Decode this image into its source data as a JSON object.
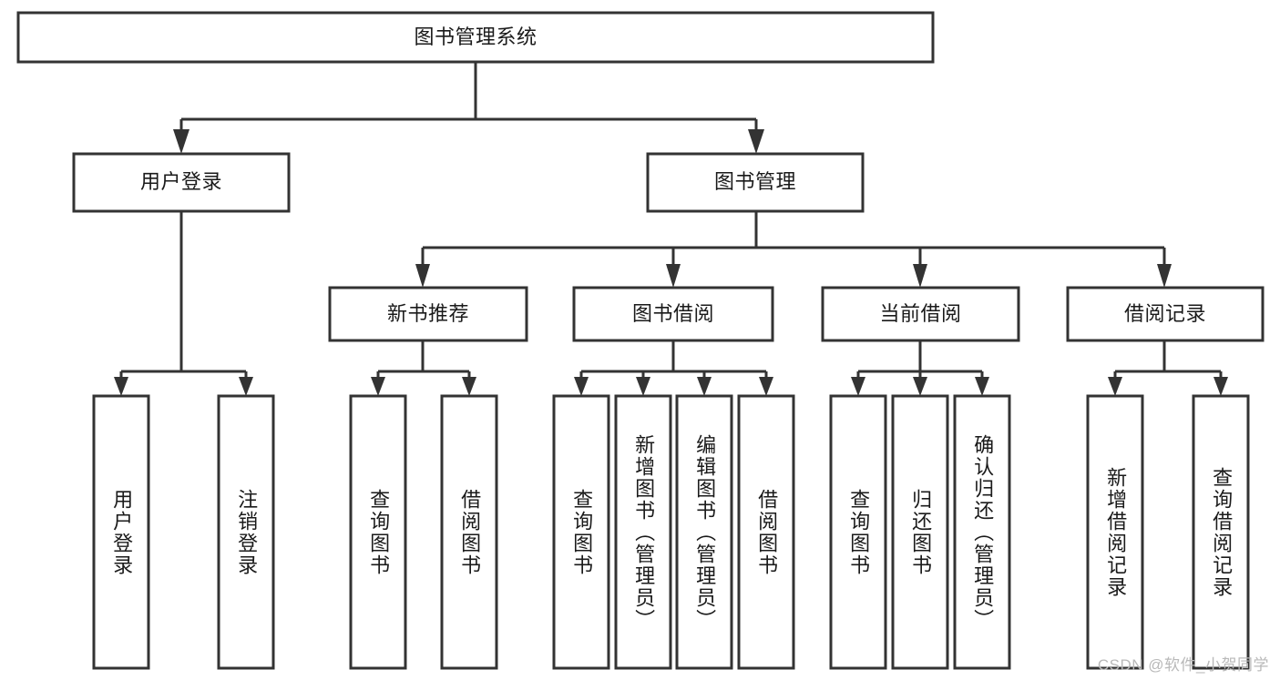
{
  "diagram": {
    "type": "tree",
    "title": "图书管理系统",
    "root": {
      "id": "root",
      "label": "图书管理系统",
      "orientation": "horizontal"
    },
    "level2": [
      {
        "id": "user-login",
        "label": "用户登录",
        "orientation": "horizontal"
      },
      {
        "id": "book-manage",
        "label": "图书管理",
        "orientation": "horizontal"
      }
    ],
    "level3": [
      {
        "id": "new-book-recommend",
        "label": "新书推荐",
        "parent": "book-manage",
        "orientation": "horizontal"
      },
      {
        "id": "book-borrow",
        "label": "图书借阅",
        "parent": "book-manage",
        "orientation": "horizontal"
      },
      {
        "id": "current-borrow",
        "label": "当前借阅",
        "parent": "book-manage",
        "orientation": "horizontal"
      },
      {
        "id": "borrow-record",
        "label": "借阅记录",
        "parent": "book-manage",
        "orientation": "horizontal"
      }
    ],
    "leaves": [
      {
        "id": "leaf-user-login",
        "label": "用户登录",
        "parent": "user-login",
        "orientation": "vertical"
      },
      {
        "id": "leaf-user-logout",
        "label": "注销登录",
        "parent": "user-login",
        "orientation": "vertical"
      },
      {
        "id": "leaf-query-book-1",
        "label": "查询图书",
        "parent": "new-book-recommend",
        "orientation": "vertical"
      },
      {
        "id": "leaf-borrow-book-1",
        "label": "借阅图书",
        "parent": "new-book-recommend",
        "orientation": "vertical"
      },
      {
        "id": "leaf-query-book-2",
        "label": "查询图书",
        "parent": "book-borrow",
        "orientation": "vertical"
      },
      {
        "id": "leaf-add-book",
        "label": "新增图书（管理员）",
        "parent": "book-borrow",
        "orientation": "vertical"
      },
      {
        "id": "leaf-edit-book",
        "label": "编辑图书（管理员）",
        "parent": "book-borrow",
        "orientation": "vertical"
      },
      {
        "id": "leaf-borrow-book-2",
        "label": "借阅图书",
        "parent": "book-borrow",
        "orientation": "vertical"
      },
      {
        "id": "leaf-query-book-3",
        "label": "查询图书",
        "parent": "current-borrow",
        "orientation": "vertical"
      },
      {
        "id": "leaf-return-book",
        "label": "归还图书",
        "parent": "current-borrow",
        "orientation": "vertical"
      },
      {
        "id": "leaf-confirm-return",
        "label": "确认归还（管理员）",
        "parent": "current-borrow",
        "orientation": "vertical"
      },
      {
        "id": "leaf-add-record",
        "label": "新增借阅记录",
        "parent": "borrow-record",
        "orientation": "vertical"
      },
      {
        "id": "leaf-query-record",
        "label": "查询借阅记录",
        "parent": "borrow-record",
        "orientation": "vertical"
      }
    ],
    "colors": {
      "stroke": "#333333",
      "fill": "#ffffff",
      "text": "#1a1a1a",
      "watermark": "#b9b9b9"
    }
  },
  "watermark": {
    "text": "CSDN @软件_小贺同学"
  }
}
